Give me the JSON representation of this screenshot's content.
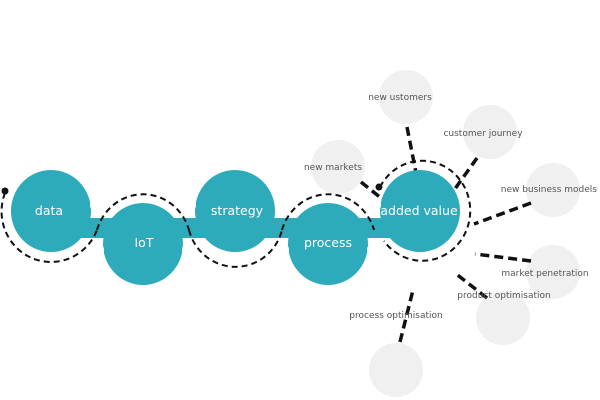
{
  "diagram": {
    "colors": {
      "main_node": "#2EABBB",
      "satellite_node": "#F0F0F0",
      "connector": "#111111",
      "main_text": "#FFFFFF",
      "satellite_text": "#555555"
    },
    "main_nodes": [
      {
        "id": "data",
        "label": "data"
      },
      {
        "id": "iot",
        "label": "IoT"
      },
      {
        "id": "strategy",
        "label": "strategy"
      },
      {
        "id": "process",
        "label": "process"
      },
      {
        "id": "added-value",
        "label": "added value"
      }
    ],
    "satellites": [
      {
        "id": "new-markets",
        "label": "new markets"
      },
      {
        "id": "new-ustomers",
        "label": "new ustomers"
      },
      {
        "id": "customer-journey",
        "label": "customer journey"
      },
      {
        "id": "new-business-models",
        "label": "new business models"
      },
      {
        "id": "market-penetration",
        "label": "market penetration"
      },
      {
        "id": "product-optimisation",
        "label": "product optimisation"
      },
      {
        "id": "process-optimisation",
        "label": "process optimisation"
      }
    ]
  }
}
